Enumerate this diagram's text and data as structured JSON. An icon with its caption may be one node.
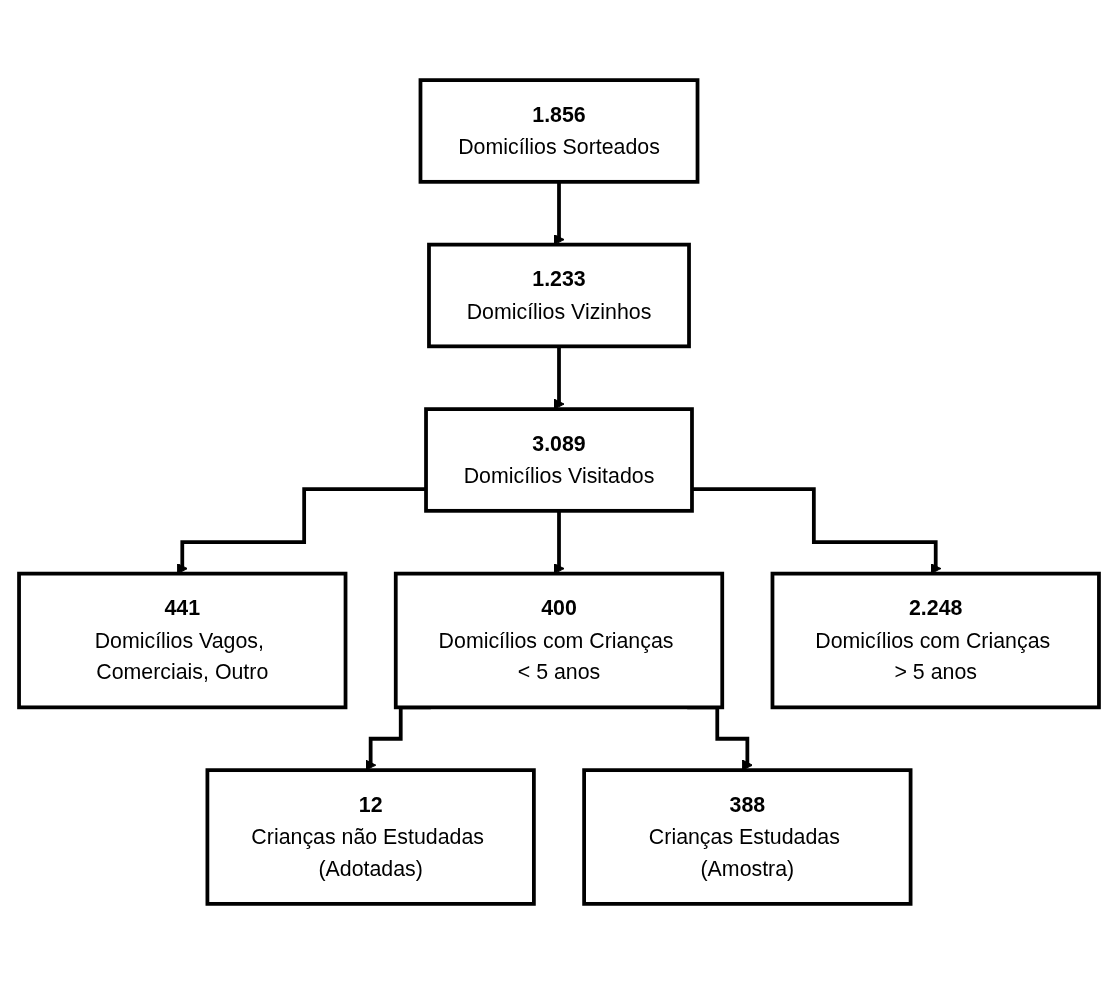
{
  "diagram": {
    "nodes": [
      {
        "text": [
          "1.856",
          "Domicílios Sorteados"
        ]
      },
      {
        "text": [
          "1.233",
          "Domicílios Vizinhos"
        ]
      },
      {
        "text": [
          "3.089",
          "Domicílios Visitados"
        ]
      },
      {
        "text": [
          "441",
          "Domicílios Vagos, Comerciais, Outro"
        ]
      },
      {
        "text": [
          "400",
          "Domicílios com Crianças < 5 anos"
        ]
      },
      {
        "text": [
          "2.248",
          "Domicílios com Crianças > 5 anos"
        ]
      },
      {
        "text": [
          "12",
          "Crianças não Estudadas (Adotadas)"
        ]
      },
      {
        "text": [
          "388",
          "Crianças Estudadas (Amostra)"
        ]
      }
    ],
    "edges": [
      {
        "from": 0,
        "to": 1,
        "arrow": "to"
      },
      {
        "from": 1,
        "to": 2,
        "arrow": "to"
      },
      {
        "from": 2,
        "to": 3,
        "arrow": "to"
      },
      {
        "from": 2,
        "to": 4,
        "arrow": "to"
      },
      {
        "from": 2,
        "to": 5,
        "arrow": "to"
      },
      {
        "from": 4,
        "to": 6,
        "arrow": "to"
      },
      {
        "from": 4,
        "to": 7,
        "arrow": "to"
      }
    ]
  }
}
